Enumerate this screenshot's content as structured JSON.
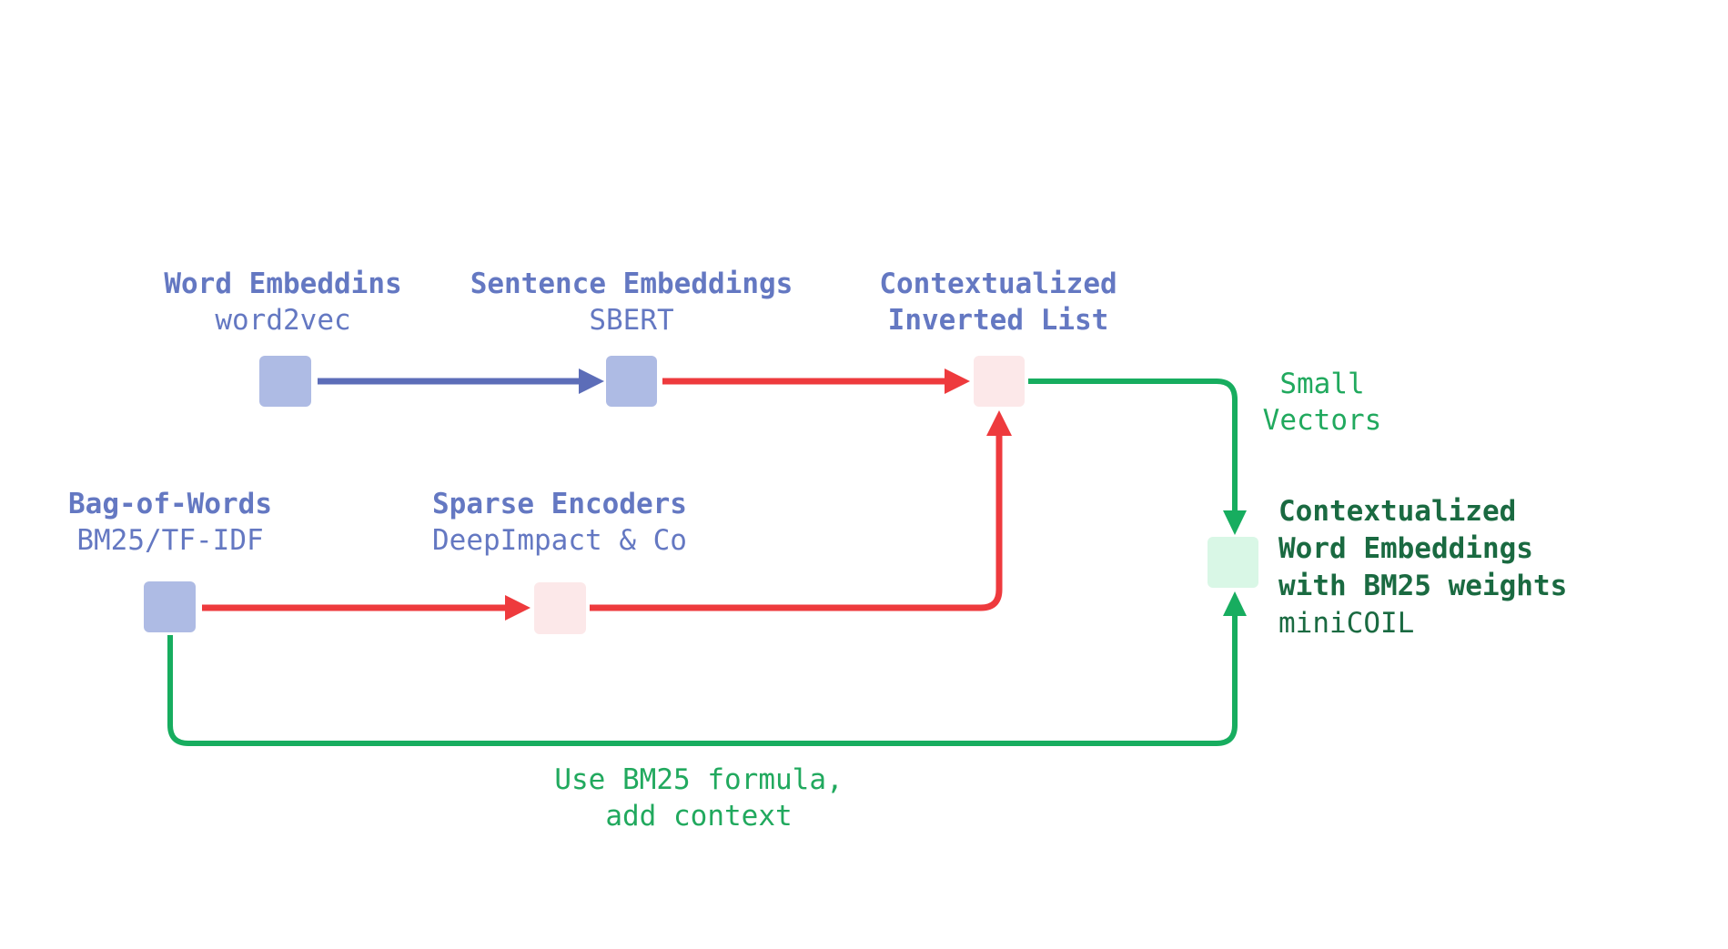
{
  "colors": {
    "background": "#ffffff",
    "text_blue": "#6478c2",
    "arrow_blue": "#5c6db8",
    "square_blue": "#aebbe4",
    "arrow_red": "#ee3a3d",
    "square_pink": "#fce8e9",
    "arrow_green": "#17ad5f",
    "text_green": "#21a95e",
    "text_green_dark": "#1a6a41",
    "square_mint": "#d9f7e6"
  },
  "nodes": {
    "word_embeddings": {
      "title": "Word Embeddins",
      "subtitle": "word2vec"
    },
    "sentence_embeddings": {
      "title": "Sentence Embeddings",
      "subtitle": "SBERT"
    },
    "contextualized_inverted_list": {
      "title_line1": "Contextualized",
      "title_line2": "Inverted List"
    },
    "bag_of_words": {
      "title": "Bag-of-Words",
      "subtitle": "BM25/TF-IDF"
    },
    "sparse_encoders": {
      "title": "Sparse Encoders",
      "subtitle": "DeepImpact & Co"
    },
    "minicoil": {
      "title_line1": "Contextualized",
      "title_line2": "Word Embeddings",
      "title_line3": "with BM25 weights",
      "subtitle": "miniCOIL"
    }
  },
  "annotations": {
    "small_vectors": {
      "line1": "Small",
      "line2": "Vectors"
    },
    "bm25_formula": {
      "line1": "Use BM25 formula,",
      "line2": "add context"
    }
  }
}
